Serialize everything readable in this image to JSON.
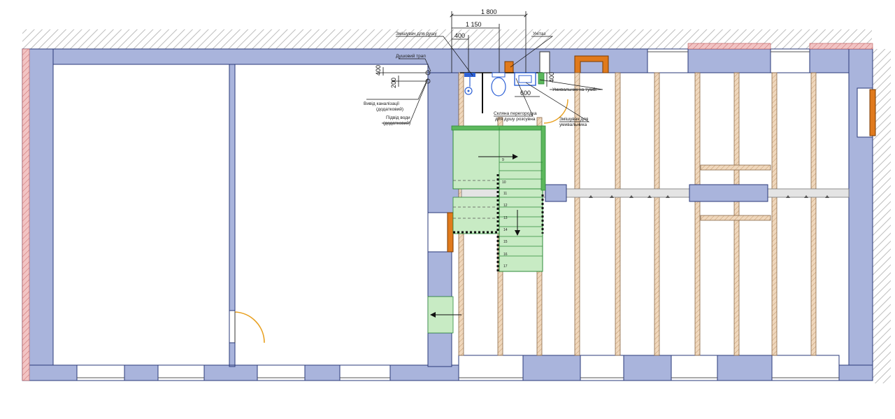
{
  "dimensions": {
    "top_total": "1 800",
    "top_mid": "1 150",
    "top_small": "400",
    "side_a": "400",
    "side_b": "200",
    "basin_width": "600",
    "basin_height": "400"
  },
  "labels": {
    "shower_mixer": "Змішувач для душу",
    "toilet": "Унітаз",
    "shower_drain": "Душовий трап",
    "sewer_outlet_1": "Вивід каналізації",
    "sewer_outlet_2": "(додатковий)",
    "water_supply_1": "Підвід води",
    "water_supply_2": "(додатковий)",
    "glass_partition_1": "Скляна перегородка",
    "glass_partition_2": "для душу розсувна",
    "basin_on_cabinet": "Умивальник на тумбі",
    "basin_mixer_1": "Змішувач для",
    "basin_mixer_2": "умивальника"
  },
  "stair_steps": [
    "9",
    "10",
    "11",
    "12",
    "13",
    "14",
    "15",
    "16",
    "17"
  ],
  "colors": {
    "wall": "#a9b4dc",
    "wall_stroke": "#2a3a7a",
    "hatch": "#c9c9c9",
    "timber": "#e8c9a8",
    "brick": "#e07a1c",
    "pink_hatch": "#e9a7a7",
    "stair": "#c8ebc4",
    "stair_stroke": "#2e8b3a",
    "plumbing": "#2f62d6",
    "door_arc": "#e8a020"
  }
}
